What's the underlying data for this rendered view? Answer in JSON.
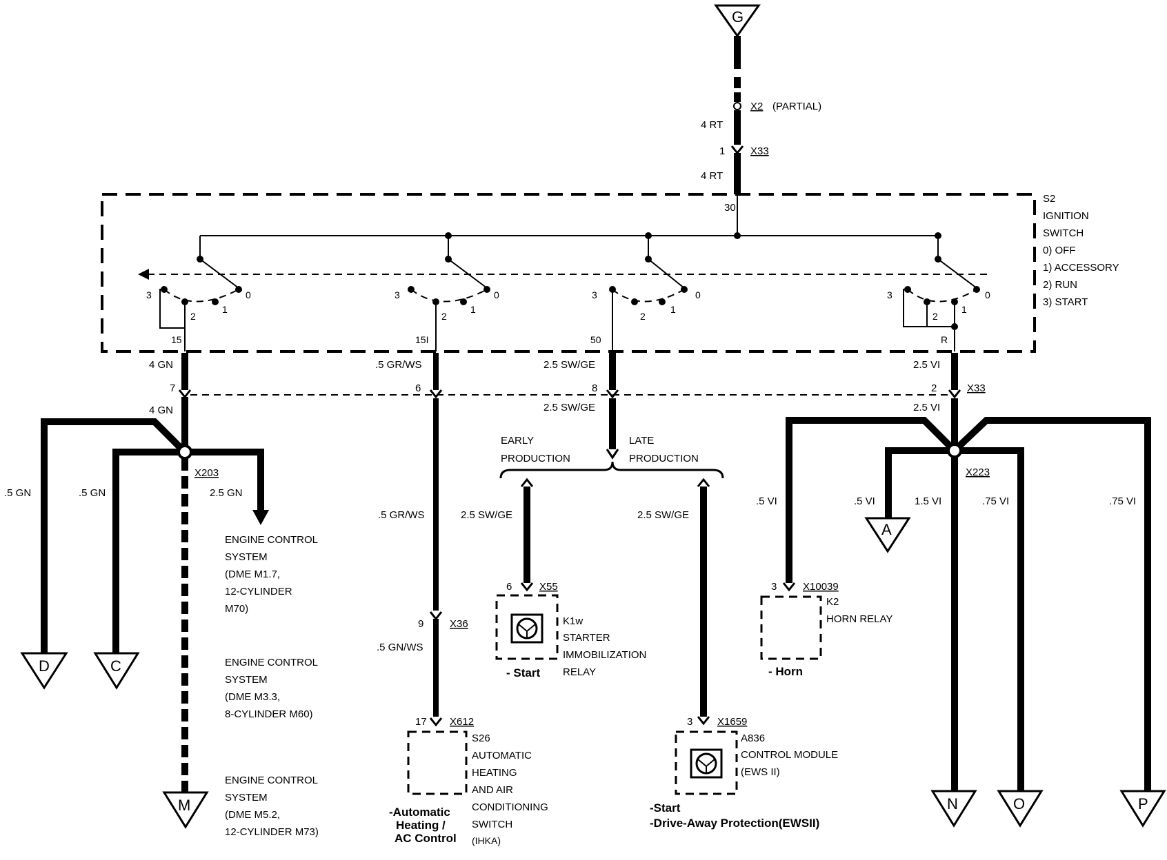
{
  "terminals": {
    "G": "G",
    "D": "D",
    "C": "C",
    "M": "M",
    "A": "A",
    "N": "N",
    "O": "O",
    "P": "P"
  },
  "connectors": {
    "x2": "X2",
    "x2_note": "(PARTIAL)",
    "x33_top": "X33",
    "x33_pin": "1",
    "x33_bottom": "X33",
    "x203": "X203",
    "x223": "X223",
    "x55": "X55",
    "x55_pin": "6",
    "x36": "X36",
    "x36_pin": "9",
    "x612": "X612",
    "x612_pin": "17",
    "x1659": "X1659",
    "x1659_pin": "3",
    "x10039": "X10039",
    "x10039_pin": "3",
    "pin7": "7",
    "pin6": "6",
    "pin8": "8",
    "pin2": "2"
  },
  "wires": {
    "top_4rt_a": "4 RT",
    "top_4rt_b": "4 RT",
    "w4gn_a": "4 GN",
    "w4gn_b": "4 GN",
    "w05grws_a": ".5 GR/WS",
    "w05grws_b": ".5 GR/WS",
    "w25swge_a": "2.5 SW/GE",
    "w25swge_b": "2.5 SW/GE",
    "w25swge_c": "2.5 SW/GE",
    "w25swge_d": "2.5 SW/GE",
    "w25vi_a": "2.5 VI",
    "w25vi_b": "2.5 VI",
    "w05gn_a": ".5 GN",
    "w05gn_b": ".5 GN",
    "w25gn": "2.5 GN",
    "w05gnws": ".5 GN/WS",
    "w05vi_a": ".5 VI",
    "w05vi_b": ".5 VI",
    "w15vi": "1.5 VI",
    "w075vi_a": ".75 VI",
    "w075vi_b": ".75 VI"
  },
  "ignition_switch": {
    "id": "S2",
    "name1": "IGNITION",
    "name2": "SWITCH",
    "positions": [
      "0)  OFF",
      "1)  ACCESSORY",
      "2)  RUN",
      "3)  START"
    ],
    "term30": "30",
    "term15": "15",
    "term15i": "15I",
    "term50": "50",
    "termR": "R",
    "pos0": "0",
    "pos1": "1",
    "pos2": "2",
    "pos3": "3"
  },
  "branch": {
    "early1": "EARLY",
    "early2": "PRODUCTION",
    "late1": "LATE",
    "late2": "PRODUCTION"
  },
  "engine_control": {
    "block1": [
      "ENGINE CONTROL",
      "SYSTEM",
      "(DME M1.7,",
      "12-CYLINDER",
      "M70)"
    ],
    "block2": [
      "ENGINE CONTROL",
      "SYSTEM",
      "(DME M3.3,",
      "8-CYLINDER M60)"
    ],
    "block3": [
      "ENGINE CONTROL",
      "SYSTEM",
      "(DME M5.2,",
      "12-CYLINDER M73)"
    ]
  },
  "k1w": {
    "id": "K1w",
    "line1": "STARTER",
    "line2": "IMMOBILIZATION",
    "line3": "RELAY",
    "caption": "- Start"
  },
  "k2": {
    "id": "K2",
    "line1": "HORN RELAY",
    "caption": "- Horn"
  },
  "s26": {
    "id": "S26",
    "line1": "AUTOMATIC",
    "line2": "HEATING",
    "line3": "AND AIR",
    "line4": "CONDITIONING",
    "line5": "SWITCH",
    "line6": "(IHKA)",
    "caption1": "-Automatic",
    "caption2": "Heating /",
    "caption3": "AC Control"
  },
  "a836": {
    "id": "A836",
    "line1": "CONTROL MODULE",
    "line2": "(EWS II)",
    "caption1": "-Start",
    "caption2": "-Drive-Away Protection(EWSII)"
  }
}
